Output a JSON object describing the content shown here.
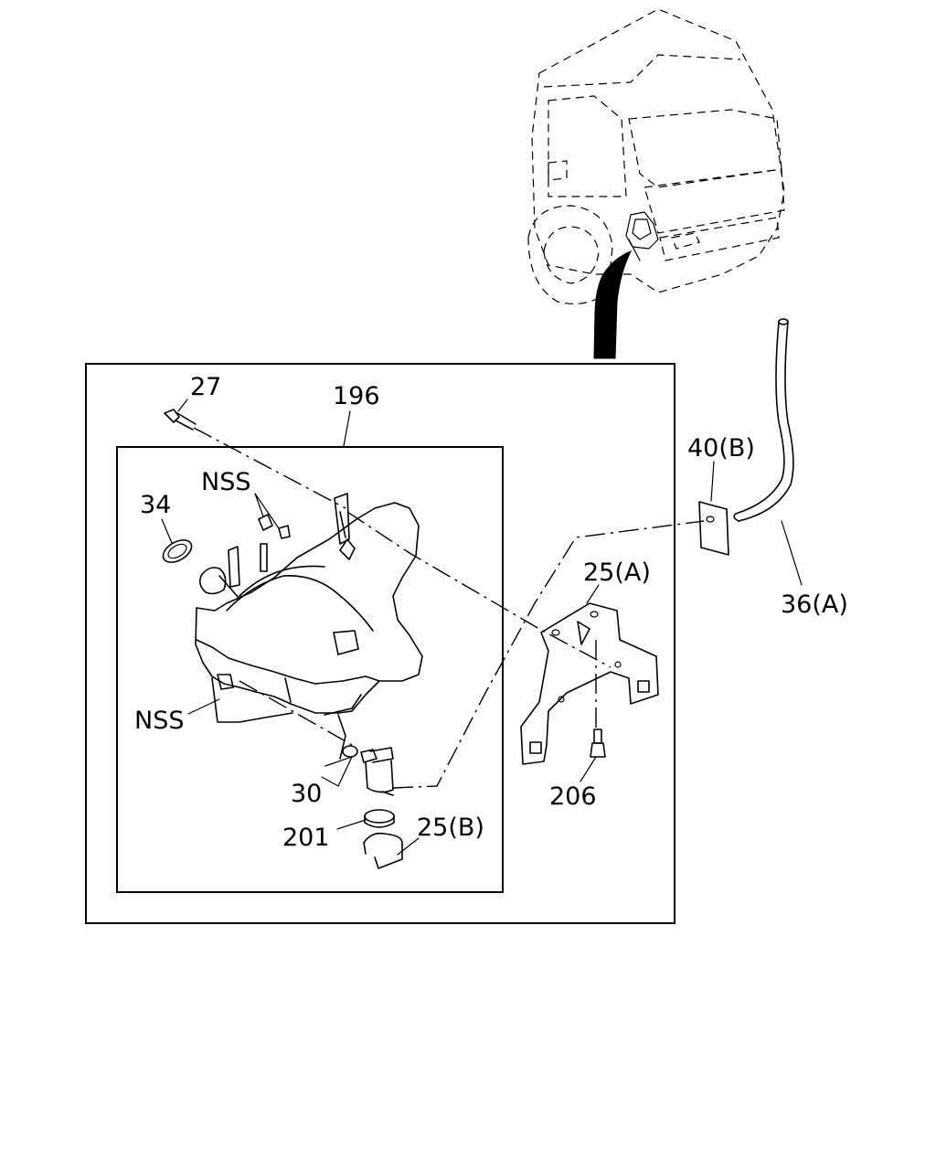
{
  "diagram": {
    "labels": {
      "part_27": "27",
      "part_196": "196",
      "nss_top": "NSS",
      "part_34": "34",
      "nss_left": "NSS",
      "part_30": "30",
      "part_201": "201",
      "part_25b": "25(B)",
      "part_25a": "25(A)",
      "part_206": "206",
      "part_40b": "40(B)",
      "part_36a": "36(A)"
    }
  }
}
